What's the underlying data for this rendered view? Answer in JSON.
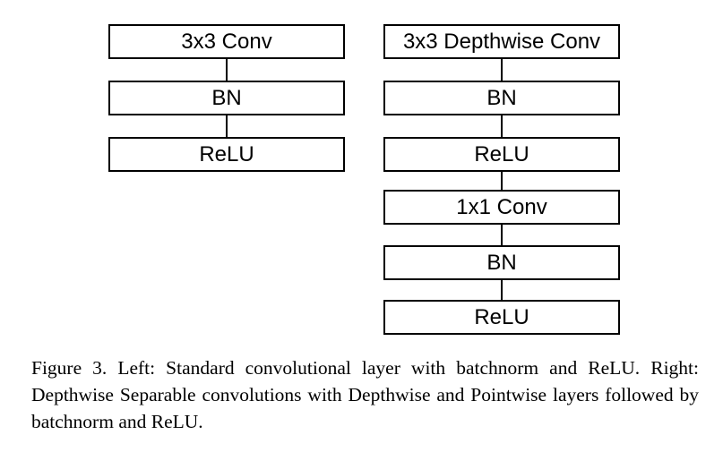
{
  "diagram": {
    "left_column": {
      "blocks": [
        "3x3 Conv",
        "BN",
        "ReLU"
      ]
    },
    "right_column": {
      "blocks": [
        "3x3 Depthwise Conv",
        "BN",
        "ReLU",
        "1x1 Conv",
        "BN",
        "ReLU"
      ]
    }
  },
  "caption": {
    "text": "Figure 3. Left: Standard convolutional layer with batchnorm and ReLU. Right: Depthwise Separable convolutions with Depthwise and Pointwise layers followed by batchnorm and ReLU."
  }
}
